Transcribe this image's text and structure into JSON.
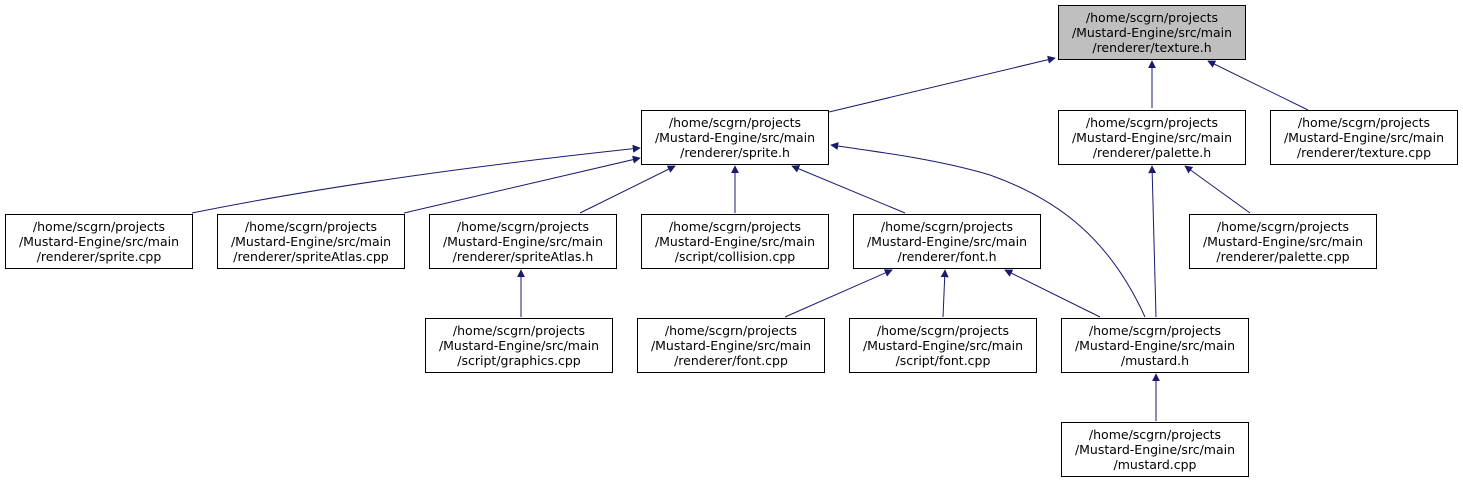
{
  "colors": {
    "edge": "#191970",
    "root_fill": "#bfbfbf",
    "node_fill": "#ffffff",
    "border": "#000000"
  },
  "nodes": {
    "texture_h": {
      "lines": [
        "/home/scgrn/projects",
        "/Mustard-Engine/src/main",
        "/renderer/texture.h"
      ]
    },
    "sprite_h": {
      "lines": [
        "/home/scgrn/projects",
        "/Mustard-Engine/src/main",
        "/renderer/sprite.h"
      ]
    },
    "palette_h": {
      "lines": [
        "/home/scgrn/projects",
        "/Mustard-Engine/src/main",
        "/renderer/palette.h"
      ]
    },
    "texture_cpp": {
      "lines": [
        "/home/scgrn/projects",
        "/Mustard-Engine/src/main",
        "/renderer/texture.cpp"
      ]
    },
    "sprite_cpp": {
      "lines": [
        "/home/scgrn/projects",
        "/Mustard-Engine/src/main",
        "/renderer/sprite.cpp"
      ]
    },
    "spriteAtlas_cpp": {
      "lines": [
        "/home/scgrn/projects",
        "/Mustard-Engine/src/main",
        "/renderer/spriteAtlas.cpp"
      ]
    },
    "spriteAtlas_h": {
      "lines": [
        "/home/scgrn/projects",
        "/Mustard-Engine/src/main",
        "/renderer/spriteAtlas.h"
      ]
    },
    "collision_cpp": {
      "lines": [
        "/home/scgrn/projects",
        "/Mustard-Engine/src/main",
        "/script/collision.cpp"
      ]
    },
    "font_h": {
      "lines": [
        "/home/scgrn/projects",
        "/Mustard-Engine/src/main",
        "/renderer/font.h"
      ]
    },
    "palette_cpp": {
      "lines": [
        "/home/scgrn/projects",
        "/Mustard-Engine/src/main",
        "/renderer/palette.cpp"
      ]
    },
    "graphics_cpp": {
      "lines": [
        "/home/scgrn/projects",
        "/Mustard-Engine/src/main",
        "/script/graphics.cpp"
      ]
    },
    "font_cpp_renderer": {
      "lines": [
        "/home/scgrn/projects",
        "/Mustard-Engine/src/main",
        "/renderer/font.cpp"
      ]
    },
    "font_cpp_script": {
      "lines": [
        "/home/scgrn/projects",
        "/Mustard-Engine/src/main",
        "/script/font.cpp"
      ]
    },
    "mustard_h": {
      "lines": [
        "/home/scgrn/projects",
        "/Mustard-Engine/src/main",
        "/mustard.h"
      ]
    },
    "mustard_cpp": {
      "lines": [
        "/home/scgrn/projects",
        "/Mustard-Engine/src/main",
        "/mustard.cpp"
      ]
    }
  }
}
